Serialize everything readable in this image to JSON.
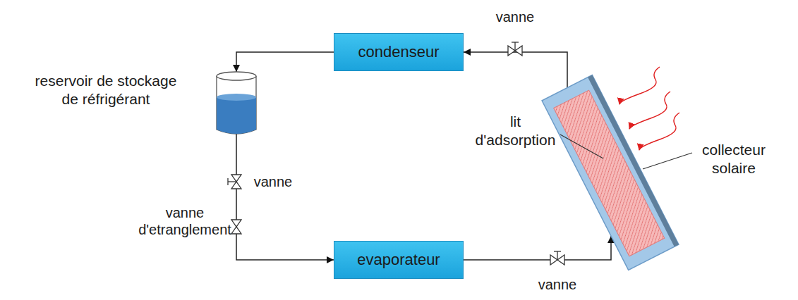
{
  "diagram": {
    "nodes": [
      {
        "text": [
          "condenseur"
        ]
      },
      {
        "text": [
          "reservoir de stockage de réfrigérant"
        ]
      },
      {
        "text": [
          "collecteur solaire"
        ]
      },
      {
        "text": [
          "lit d'adsorption"
        ],
        "in": 2
      },
      {
        "text": [
          "evaporateur"
        ]
      }
    ],
    "edges": [
      {
        "from": 2,
        "to": 0,
        "arrow": "to"
      },
      {
        "from": 0,
        "to": 1,
        "arrow": "to"
      },
      {
        "from": 1,
        "to": 4,
        "arrow": "to"
      },
      {
        "from": 4,
        "to": 2,
        "arrow": "to"
      }
    ],
    "labels": [
      "vanne",
      "vanne",
      "vanne d'etranglement",
      "vanne"
    ]
  }
}
